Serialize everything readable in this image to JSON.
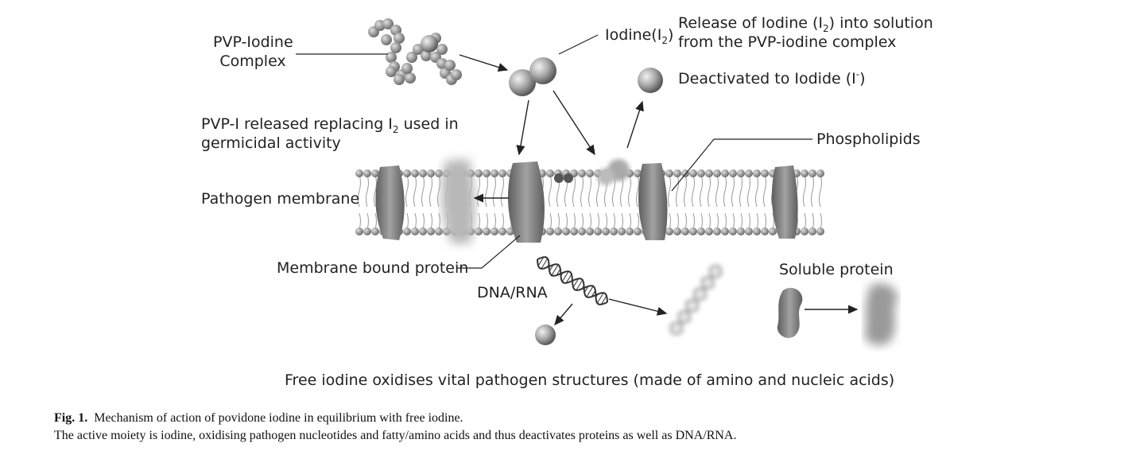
{
  "diagram": {
    "label_pvp_complex_line1": "PVP-Iodine",
    "label_pvp_complex_line2": "Complex",
    "label_iodine_prefix": "Iodine(I",
    "label_iodine_sub": "2",
    "label_iodine_suffix": ")",
    "release_line1_prefix": "Release of  Iodine (I",
    "release_line1_sub": "2",
    "release_line1_suffix": ") into solution",
    "release_line2": "from the PVP-iodine complex",
    "deactivated_prefix": "Deactivated to Iodide (I",
    "deactivated_sup": "-",
    "deactivated_suffix": ")",
    "pvpi_released_prefix": "PVP-I released replacing I",
    "pvpi_released_sub": "2",
    "pvpi_released_suffix": " used in",
    "pvpi_released_line2": "germicidal activity",
    "phospholipids": "Phospholipids",
    "pathogen_membrane": "Pathogen membrane",
    "membrane_bound_protein": "Membrane bound protein",
    "dna_rna": "DNA/RNA",
    "soluble_protein": "Soluble protein",
    "bottom_statement": "Free iodine oxidises vital pathogen structures (made of amino and nucleic acids)"
  },
  "caption": {
    "fig_label": "Fig. 1.",
    "title": "Mechanism of action of povidone iodine in equilibrium with free iodine.",
    "body": "The active moiety is iodine, oxidising pathogen nucleotides and fatty/amino acids and thus deactivates proteins as well as DNA/RNA."
  },
  "colors": {
    "membrane_bead": "#8c8c8c",
    "protein": "#7a7a7a",
    "text": "#222222"
  }
}
